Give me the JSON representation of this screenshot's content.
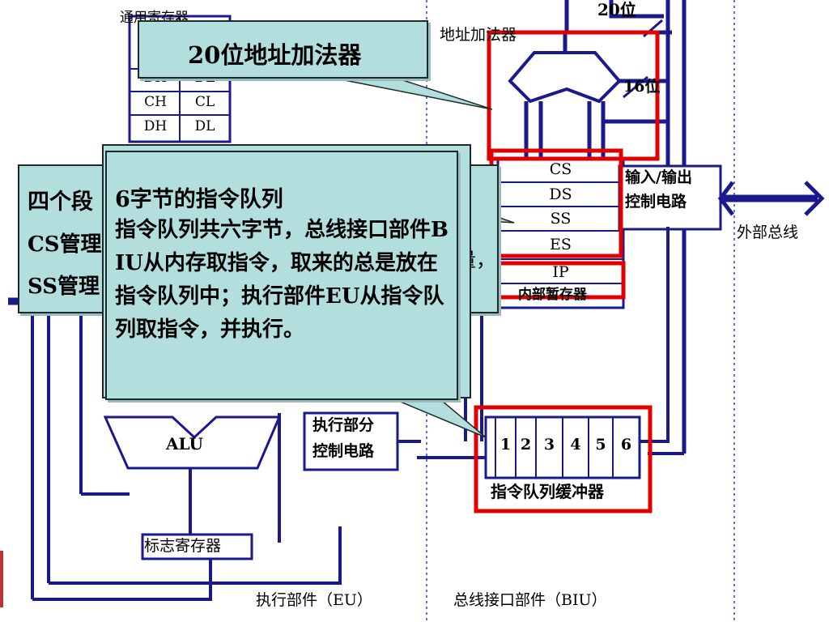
{
  "diagram": {
    "labels": {
      "general_registers": "通用寄存器",
      "address_adder": "地址加法器",
      "bits_20": "20位",
      "bits_16": "16位",
      "io_control": [
        "输入/输出",
        "控制电路"
      ],
      "external_bus": "外部总线",
      "internal_temp": "内部暂存器",
      "alu": "ALU",
      "eu_control": [
        "执行部分",
        "控制电路"
      ],
      "flags_register": "标志寄存器",
      "queue_buffer": "指令队列缓冲器",
      "eu_label": "执行部件（EU）",
      "biu_label": "总线接口部件（BIU）"
    },
    "general_register_rows": [
      [
        "DH",
        "DL"
      ],
      [
        "CH",
        "CL"
      ],
      [
        "DH",
        "DL"
      ]
    ],
    "segment_registers": [
      "CS",
      "DS",
      "SS",
      "ES",
      "IP"
    ],
    "queue_slots": [
      "1",
      "2",
      "3",
      "4",
      "5",
      "6"
    ]
  },
  "callouts": {
    "adder": {
      "title": "20位地址加法器"
    },
    "segments": {
      "line1": "四个段",
      "line2": "CS管理",
      "line3": "SS管理",
      "fragment": "量，"
    },
    "queue": {
      "title": "6字节的指令队列",
      "body": "指令队列共六字节，总线接口部件BIU从内存取指令，取来的总是放在指令队列中；执行部件EU从指令队列取指令，并执行。"
    }
  },
  "colors": {
    "line": "#1a1a8c",
    "highlight": "#e00000",
    "callout_bg": "#b3dede",
    "divider": "#3344cc"
  }
}
